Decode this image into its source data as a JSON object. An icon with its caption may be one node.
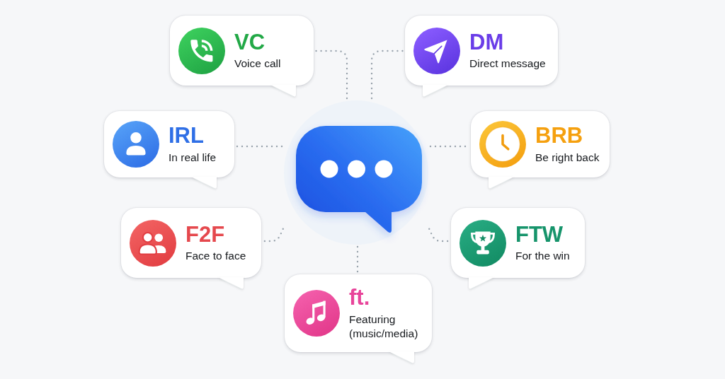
{
  "diagram": {
    "nodes": [
      {
        "text": [
          "VC",
          "Voice call"
        ]
      },
      {
        "text": [
          "DM",
          "Direct message"
        ]
      },
      {
        "text": [
          "IRL",
          "In real life"
        ]
      },
      {
        "text": [],
        "shape": "bubble"
      },
      {
        "text": [
          "BRB",
          "Be right back"
        ]
      },
      {
        "text": [
          "F2F",
          "Face to face"
        ]
      },
      {
        "text": [
          "FTW",
          "For the win"
        ]
      },
      {
        "text": [
          "ft.",
          "Featuring (music/media)"
        ]
      }
    ],
    "edges": [
      {
        "from": 3,
        "to": 0,
        "arrow": "none",
        "style": "dashed"
      },
      {
        "from": 3,
        "to": 1,
        "arrow": "none",
        "style": "dashed"
      },
      {
        "from": 3,
        "to": 2,
        "arrow": "none",
        "style": "dashed"
      },
      {
        "from": 3,
        "to": 4,
        "arrow": "none",
        "style": "dashed"
      },
      {
        "from": 3,
        "to": 5,
        "arrow": "none",
        "style": "dashed"
      },
      {
        "from": 3,
        "to": 6,
        "arrow": "none",
        "style": "dashed"
      },
      {
        "from": 3,
        "to": 7,
        "arrow": "none",
        "style": "dashed"
      }
    ]
  }
}
